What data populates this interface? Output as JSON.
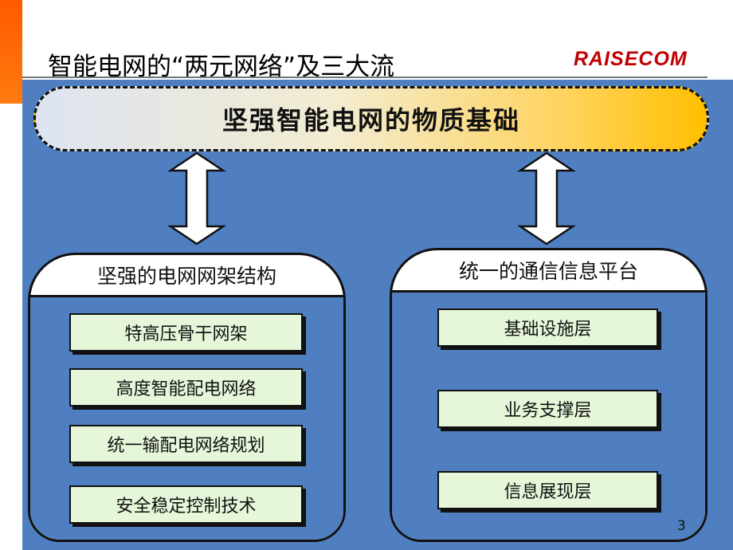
{
  "slide": {
    "title": "智能电网的“两元网络”及三大流",
    "logo": "RAISECOM",
    "page_number": "3"
  },
  "banner": {
    "label": "坚强智能电网的物质基础"
  },
  "left_group": {
    "title": "坚强的电网网架结构",
    "items": [
      "特高压骨干网架",
      "高度智能配电网络",
      "统一输配电网络规划",
      "安全稳定控制技术"
    ]
  },
  "right_group": {
    "title": "统一的通信信息平台",
    "items": [
      "基础设施层",
      "业务支撑层",
      "信息展现层"
    ]
  },
  "colors": {
    "panel": "#4f7fc0",
    "item_fill": "#e6f7d9",
    "accent_orange": "#ff5a00",
    "banner_gradient_end": "#ffbf00"
  }
}
